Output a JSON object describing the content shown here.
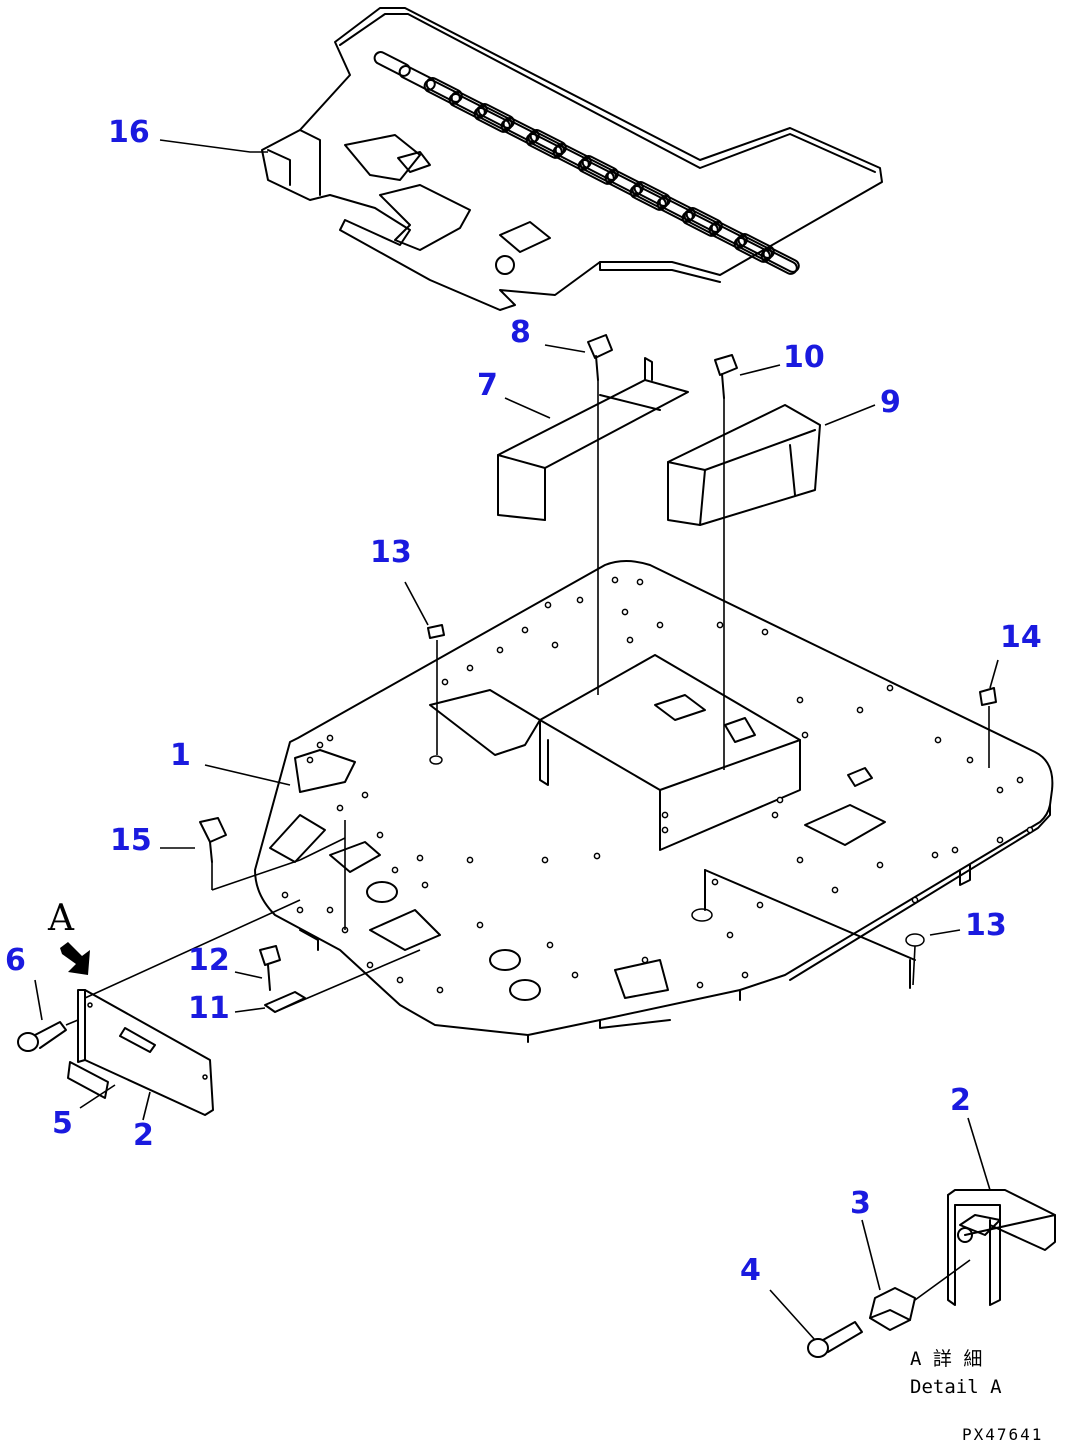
{
  "callouts": {
    "c1": "1",
    "c2a": "2",
    "c2b": "2",
    "c3": "3",
    "c4": "4",
    "c5": "5",
    "c6": "6",
    "c7": "7",
    "c8": "8",
    "c9": "9",
    "c10": "10",
    "c11": "11",
    "c12": "12",
    "c13a": "13",
    "c13b": "13",
    "c14": "14",
    "c15": "15",
    "c16": "16"
  },
  "view_arrow_label": "A",
  "detail": {
    "line1": "A 詳 細",
    "line2": "Detail A"
  },
  "drawing_code": "PX47641",
  "colors": {
    "callout": "#1a1adf",
    "linework": "#000000"
  }
}
